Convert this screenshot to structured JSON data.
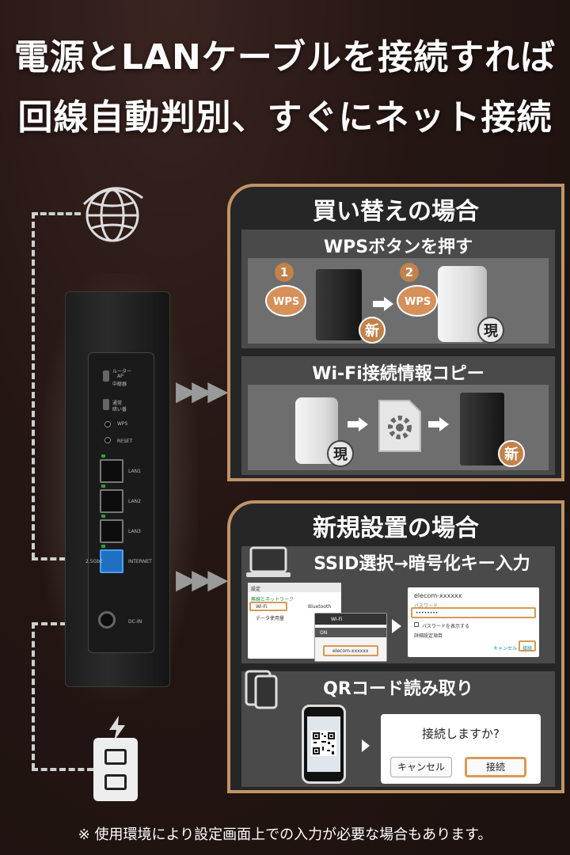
{
  "headline": {
    "line1": "電源とLANケーブルを接続すれば",
    "line2": "回線自動判別、すぐにネット接続"
  },
  "router": {
    "mode_labels": [
      "ルーター",
      "AP",
      "中継器"
    ],
    "switch2_labels": [
      "通常",
      "暗い番"
    ],
    "wps": "WPS",
    "reset": "RESET",
    "lan1": "LAN1",
    "lan2": "LAN2",
    "lan3": "LAN3",
    "internet": "INTERNET",
    "speed": "2.5GbE",
    "dcin": "DC-IN"
  },
  "replace_panel": {
    "title": "買い替えの場合",
    "wps_section": {
      "title": "WPSボタンを押す",
      "step1": "1",
      "step2": "2",
      "badge1": "WPS",
      "badge2": "WPS",
      "new_label": "新",
      "current_label": "現"
    },
    "copy_section": {
      "title": "Wi-Fi接続情報コピー",
      "current_label": "現",
      "new_label": "新"
    }
  },
  "new_panel": {
    "title": "新規設置の場合",
    "ssid_section": {
      "title": "SSID選択→暗号化キー入力",
      "settings_screen": {
        "title": "設定",
        "group": "無線とネットワーク",
        "wifi": "Wi-Fi",
        "bluetooth": "Bluetooth",
        "data": "データ使用量"
      },
      "wifi_screen": {
        "title": "Wi-Fi",
        "on": "ON",
        "ssid": "elecom-xxxxxx"
      },
      "password_screen": {
        "ssid": "elecom-xxxxxx",
        "field_label": "パスワード",
        "password": "••••••••",
        "show_password": "パスワードを表示する",
        "advanced": "詳細設定項目",
        "cancel": "キャンセル",
        "connect": "接続"
      }
    },
    "qr_section": {
      "title": "QRコード読み取り",
      "dialog_question": "接続しますか?",
      "cancel": "キャンセル",
      "connect": "接続"
    }
  },
  "footnote": "※ 使用環境により設定画面上での入力が必要な場合もあります。"
}
